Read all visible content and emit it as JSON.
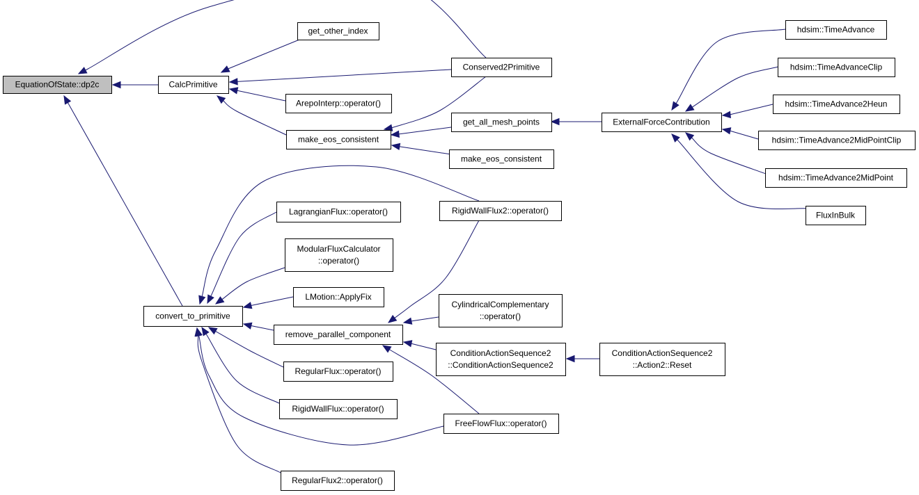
{
  "graph": {
    "colors": {
      "edge": "#191970",
      "node_border": "#000000",
      "node_fill": "#ffffff",
      "root_fill": "#bfbfbf"
    },
    "nodes": [
      {
        "id": "n_dp2c",
        "lines": [
          "EquationOfState::dp2c"
        ]
      },
      {
        "id": "n_calcprimitive",
        "lines": [
          "CalcPrimitive"
        ]
      },
      {
        "id": "n_get_other_index",
        "lines": [
          "get_other_index"
        ]
      },
      {
        "id": "n_conserved2primitive",
        "lines": [
          "Conserved2Primitive"
        ]
      },
      {
        "id": "n_arepo",
        "lines": [
          "ArepoInterp::operator()"
        ]
      },
      {
        "id": "n_make_eos_1",
        "lines": [
          "make_eos_consistent"
        ]
      },
      {
        "id": "n_get_all_mesh",
        "lines": [
          "get_all_mesh_points"
        ]
      },
      {
        "id": "n_make_eos_2",
        "lines": [
          "make_eos_consistent"
        ]
      },
      {
        "id": "n_external",
        "lines": [
          "ExternalForceContribution"
        ]
      },
      {
        "id": "n_ta",
        "lines": [
          "hdsim::TimeAdvance"
        ]
      },
      {
        "id": "n_tac",
        "lines": [
          "hdsim::TimeAdvanceClip"
        ]
      },
      {
        "id": "n_ta2h",
        "lines": [
          "hdsim::TimeAdvance2Heun"
        ]
      },
      {
        "id": "n_ta2mpc",
        "lines": [
          "hdsim::TimeAdvance2MidPointClip"
        ]
      },
      {
        "id": "n_ta2mp",
        "lines": [
          "hdsim::TimeAdvance2MidPoint"
        ]
      },
      {
        "id": "n_fluxinbulk",
        "lines": [
          "FluxInBulk"
        ]
      },
      {
        "id": "n_convert",
        "lines": [
          "convert_to_primitive"
        ]
      },
      {
        "id": "n_lagrangian",
        "lines": [
          "LagrangianFlux::operator()"
        ]
      },
      {
        "id": "n_modular",
        "lines": [
          "ModularFluxCalculator",
          "::operator()"
        ]
      },
      {
        "id": "n_lmotion",
        "lines": [
          "LMotion::ApplyFix"
        ]
      },
      {
        "id": "n_remove",
        "lines": [
          "remove_parallel_component"
        ]
      },
      {
        "id": "n_regular",
        "lines": [
          "RegularFlux::operator()"
        ]
      },
      {
        "id": "n_rigidwall",
        "lines": [
          "RigidWallFlux::operator()"
        ]
      },
      {
        "id": "n_regular2",
        "lines": [
          "RegularFlux2::operator()"
        ]
      },
      {
        "id": "n_rigidwall2",
        "lines": [
          "RigidWallFlux2::operator()"
        ]
      },
      {
        "id": "n_cylindrical",
        "lines": [
          "CylindricalComplementary",
          "::operator()"
        ]
      },
      {
        "id": "n_cas2",
        "lines": [
          "ConditionActionSequence2",
          "::ConditionActionSequence2"
        ]
      },
      {
        "id": "n_cas2reset",
        "lines": [
          "ConditionActionSequence2",
          "::Action2::Reset"
        ]
      },
      {
        "id": "n_freeflow",
        "lines": [
          "FreeFlowFlux::operator()"
        ]
      }
    ],
    "edges": [
      {
        "from": "n_calcprimitive",
        "to": "n_dp2c"
      },
      {
        "from": "n_conserved2primitive",
        "to": "n_dp2c"
      },
      {
        "from": "n_convert",
        "to": "n_dp2c"
      },
      {
        "from": "n_get_other_index",
        "to": "n_calcprimitive"
      },
      {
        "from": "n_conserved2primitive",
        "to": "n_calcprimitive"
      },
      {
        "from": "n_arepo",
        "to": "n_calcprimitive"
      },
      {
        "from": "n_make_eos_1",
        "to": "n_calcprimitive"
      },
      {
        "from": "n_conserved2primitive",
        "to": "n_make_eos_1"
      },
      {
        "from": "n_get_all_mesh",
        "to": "n_make_eos_1"
      },
      {
        "from": "n_make_eos_2",
        "to": "n_make_eos_1"
      },
      {
        "from": "n_external",
        "to": "n_get_all_mesh"
      },
      {
        "from": "n_ta",
        "to": "n_external"
      },
      {
        "from": "n_tac",
        "to": "n_external"
      },
      {
        "from": "n_ta2h",
        "to": "n_external"
      },
      {
        "from": "n_ta2mpc",
        "to": "n_external"
      },
      {
        "from": "n_ta2mp",
        "to": "n_external"
      },
      {
        "from": "n_fluxinbulk",
        "to": "n_external"
      },
      {
        "from": "n_lagrangian",
        "to": "n_convert"
      },
      {
        "from": "n_modular",
        "to": "n_convert"
      },
      {
        "from": "n_lmotion",
        "to": "n_convert"
      },
      {
        "from": "n_remove",
        "to": "n_convert"
      },
      {
        "from": "n_regular",
        "to": "n_convert"
      },
      {
        "from": "n_rigidwall",
        "to": "n_convert"
      },
      {
        "from": "n_regular2",
        "to": "n_convert"
      },
      {
        "from": "n_rigidwall2",
        "to": "n_convert"
      },
      {
        "from": "n_freeflow",
        "to": "n_convert"
      },
      {
        "from": "n_rigidwall2",
        "to": "n_remove"
      },
      {
        "from": "n_cylindrical",
        "to": "n_remove"
      },
      {
        "from": "n_cas2",
        "to": "n_remove"
      },
      {
        "from": "n_freeflow",
        "to": "n_remove"
      },
      {
        "from": "n_cas2reset",
        "to": "n_cas2"
      }
    ]
  }
}
